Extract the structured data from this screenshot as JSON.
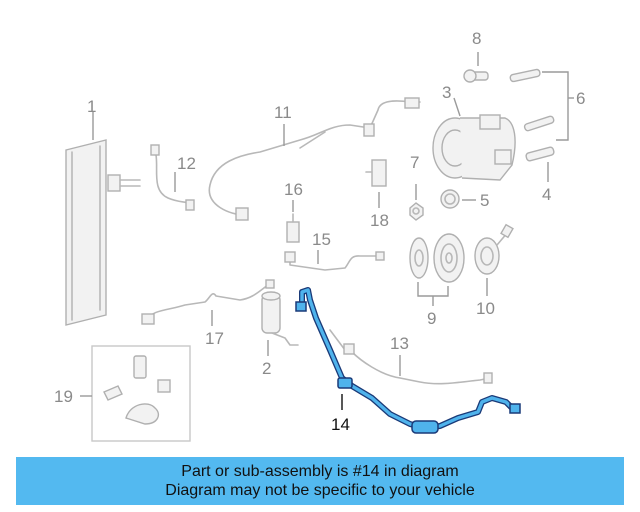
{
  "callouts": [
    "1",
    "2",
    "3",
    "4",
    "5",
    "6",
    "7",
    "8",
    "9",
    "10",
    "11",
    "12",
    "13",
    "14",
    "15",
    "16",
    "17",
    "18",
    "19"
  ],
  "highlighted_part": "14",
  "banner": {
    "line1": "Part or sub-assembly is #14 in diagram",
    "line2": "Diagram may not be specific to your vehicle"
  },
  "colors": {
    "banner": "#53b9f0",
    "highlight_part": "#4fb3ec",
    "highlight_outline": "#1a3a78",
    "part_lines": "#b8b8b8"
  }
}
